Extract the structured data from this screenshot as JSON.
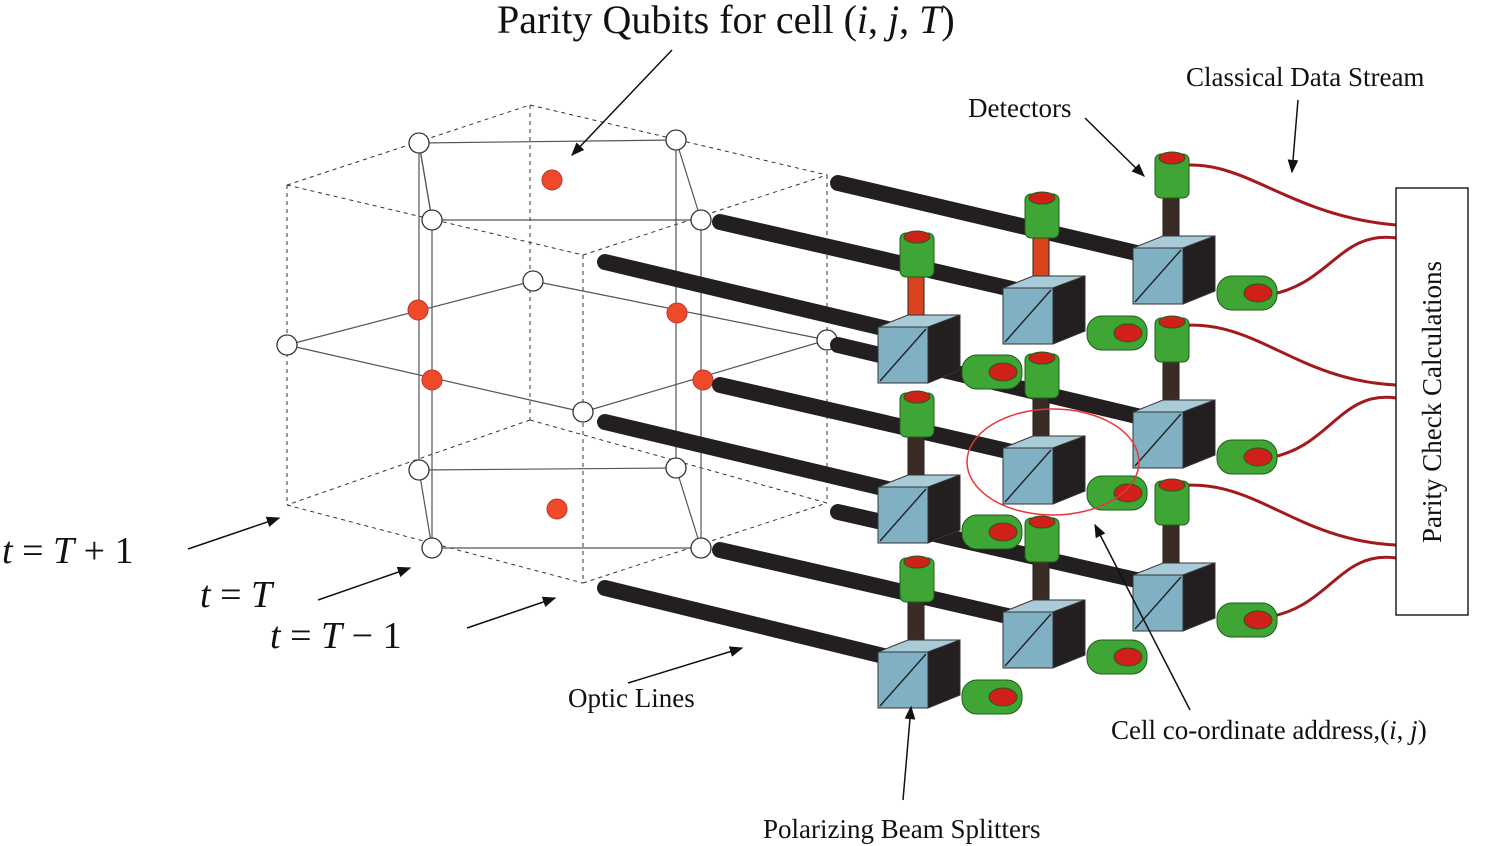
{
  "title": {
    "prefix": "Parity Qubits for cell (",
    "i": "i",
    "j": "j",
    "T": "T",
    "sep": ", ",
    "suffix": ")"
  },
  "labels": {
    "classical_data_stream": "Classical Data Stream",
    "detectors": "Detectors",
    "parity_check": "Parity Check Calculations",
    "optic_lines": "Optic Lines",
    "polarizing_beam_splitters": "Polarizing Beam Splitters",
    "cell_address_text": "Cell co-ordinate address",
    "cell_address_coord_open": ",(",
    "cell_address_i": "i",
    "cell_address_sep": ", ",
    "cell_address_j": "j",
    "cell_address_close": ")"
  },
  "time_labels": [
    {
      "t": "t",
      "eq": " = ",
      "T": "T",
      "rest": " + 1"
    },
    {
      "t": "t",
      "eq": " = ",
      "T": "T",
      "rest": ""
    },
    {
      "t": "t",
      "eq": " = ",
      "T": "T",
      "rest": " − 1"
    }
  ],
  "colors": {
    "parity_qubit": "#ef4a2a",
    "data_qubit": "#ffffff",
    "optic_line": "#231f20",
    "beam_splitter": "#7fb0c4",
    "detector_body": "#3fa535",
    "detector_window": "#d0201a",
    "data_wire": "#a3191d",
    "highlight_ring": "#e8343a"
  }
}
